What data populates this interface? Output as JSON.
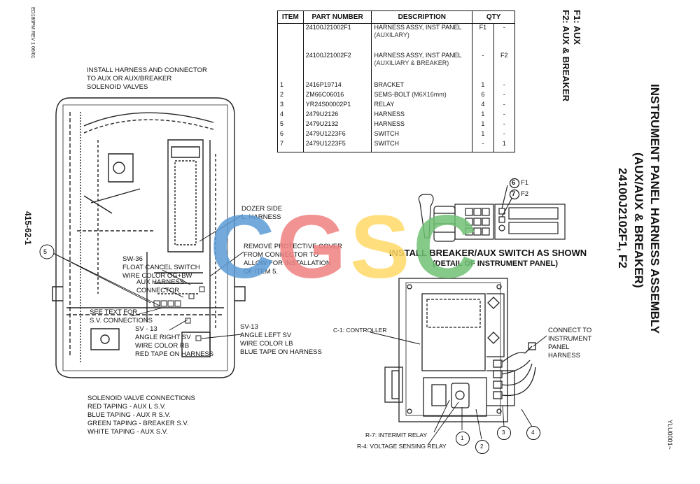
{
  "sheet": {
    "doc_code": "ED180PM REV 1 06/01",
    "part_ref": "415-62-1",
    "drawing_no": "YLU0001~",
    "options": [
      "F1: AUX",
      "F2: AUX & BREAKER"
    ],
    "title_lines": [
      "INSTRUMENT PANEL HARNESS ASSEMBLY",
      "(AUX/AUX & BREAKER)",
      "24100J2102F1, F2"
    ]
  },
  "table": {
    "headers": [
      "ITEM",
      "PART NUMBER",
      "DESCRIPTION",
      "QTY"
    ],
    "rows": [
      {
        "item": "",
        "part": "24100J21002F1",
        "desc": "HARNESS ASSY, INST PANEL",
        "desc2": "(AUXILARY)",
        "f1": "F1",
        "f2": "-"
      },
      {
        "item": "",
        "part": "24100J21002F2",
        "desc": "HARNESS ASSY, INST PANEL",
        "desc2": "(AUXILIARY & BREAKER)",
        "f1": "-",
        "f2": "F2"
      },
      {
        "item": "1",
        "part": "2416P19714",
        "desc": "BRACKET",
        "desc2": "",
        "f1": "1",
        "f2": "-"
      },
      {
        "item": "2",
        "part": "ZM66C06016",
        "desc": "SEMS-BOLT",
        "desc2": "(M6X16mm)",
        "f1": "6",
        "f2": "-"
      },
      {
        "item": "3",
        "part": "YR24S00002P1",
        "desc": "RELAY",
        "desc2": "",
        "f1": "4",
        "f2": "-"
      },
      {
        "item": "4",
        "part": "2479U2126",
        "desc": "HARNESS",
        "desc2": "",
        "f1": "1",
        "f2": "-"
      },
      {
        "item": "5",
        "part": "2479U2132",
        "desc": "HARNESS",
        "desc2": "",
        "f1": "1",
        "f2": "-"
      },
      {
        "item": "6",
        "part": "2479U1223F6",
        "desc": "SWITCH",
        "desc2": "",
        "f1": "1",
        "f2": "-"
      },
      {
        "item": "7",
        "part": "2479U1223F5",
        "desc": "SWITCH",
        "desc2": "",
        "f1": "-",
        "f2": "1"
      }
    ]
  },
  "left_view": {
    "install_note": "INSTALL HARNESS AND CONNECTOR\nTO AUX OR AUX/BREAKER\nSOLENOID VALVES",
    "dozer": "DOZER SIDE\nL. HARNESS",
    "remove_cover": "REMOVE PROTECTIVE COVER\nFROM CONNECTOR TO\nALLOW FOR INSTALLATION\nOF ITEM 5.",
    "sw36": "SW-36\nFLOAT CANCEL SWITCH\nWIRE COLOR OG+BW",
    "aux_harness": "AUX HARNESS\nCONNECTOR",
    "see_text": "SEE TEXT FOR\nS.V. CONNECTIONS",
    "sv13_right": "SV - 13\nANGLE RIGHT SV\nWIRE COLOR RB\nRED TAPE ON HARNESS",
    "sv13_left": "SV-13\nANGLE LEFT SV\nWIRE COLOR LB\nBLUE TAPE ON HARNESS",
    "sv_connections": "SOLENOID VALVE CONNECTIONS\nRED TAPING - AUX L S.V.\nBLUE TAPING - AUX R S.V.\nGREEN TAPING - BREAKER S.V.\nWHITE TAPING - AUX S.V.",
    "callout_5": "5"
  },
  "right_view": {
    "title": "INSTALL BREAKER/AUX SWITCH AS SHOWN",
    "subtitle": "(DETAIL OF INSTRUMENT PANEL)",
    "sw6_num": "6",
    "sw6_tag": "F1",
    "sw7_num": "7",
    "sw7_tag": "F2",
    "controller": "C-1: CONTROLLER",
    "connect": "CONNECT TO\nINSTRUMENT\nPANEL\nHARNESS",
    "r7": "R-7: INTERMIT RELAY",
    "r4": "R-4: VOLTAGE SENSING RELAY",
    "callouts": [
      "1",
      "2",
      "3",
      "4"
    ]
  },
  "watermark": {
    "letters": [
      "C",
      "G",
      "S",
      "C"
    ],
    "colors": [
      "#5b9bd5",
      "#f08080",
      "#ffd966",
      "#70c174"
    ]
  }
}
